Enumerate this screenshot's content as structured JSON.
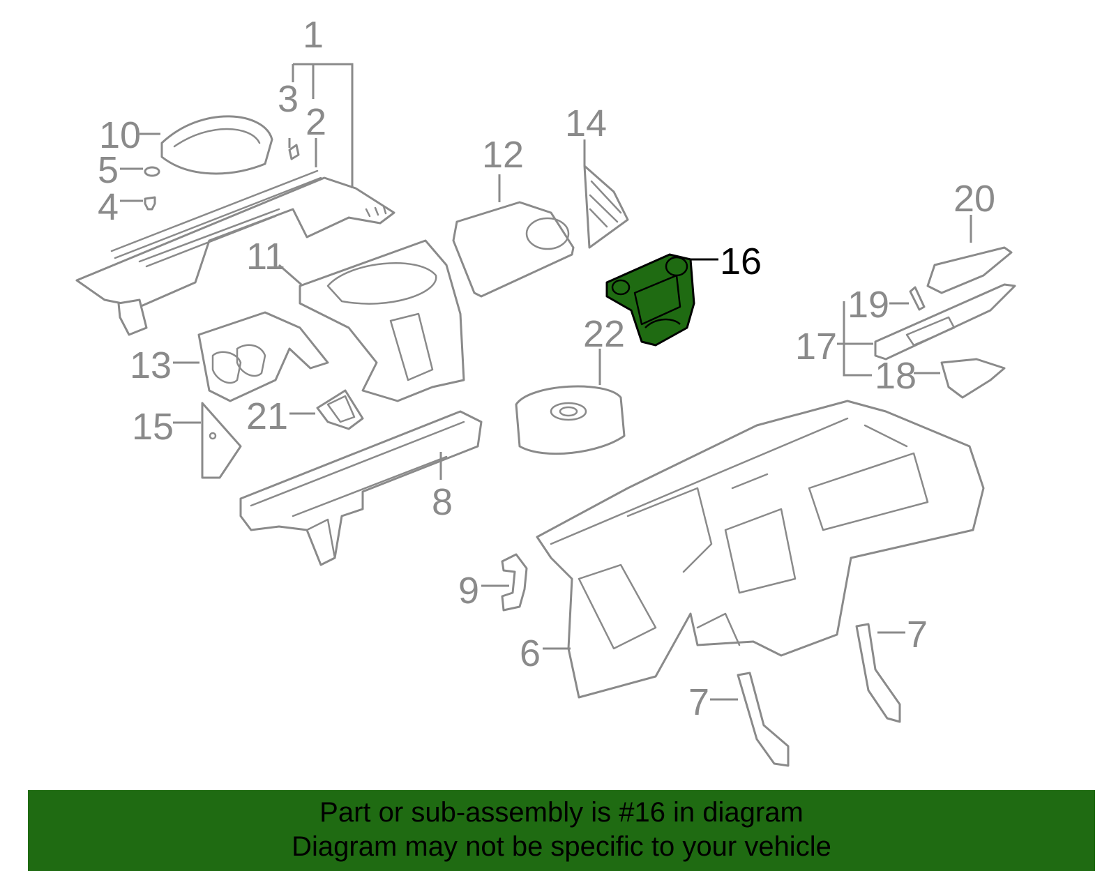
{
  "diagram": {
    "callouts": {
      "c1": "1",
      "c2": "2",
      "c3": "3",
      "c4": "4",
      "c5": "5",
      "c6": "6",
      "c7a": "7",
      "c7b": "7",
      "c8": "8",
      "c9": "9",
      "c10": "10",
      "c11": "11",
      "c12": "12",
      "c13": "13",
      "c14": "14",
      "c15": "15",
      "c16": "16",
      "c17": "17",
      "c18": "18",
      "c19": "19",
      "c20": "20",
      "c21": "21",
      "c22": "22"
    },
    "highlighted_part": "16",
    "highlight_color": "#1f6b12",
    "line_color": "#8a8a8a"
  },
  "banner": {
    "line1": "Part or sub-assembly is #16 in diagram",
    "line2": "Diagram may not be specific to your vehicle"
  }
}
